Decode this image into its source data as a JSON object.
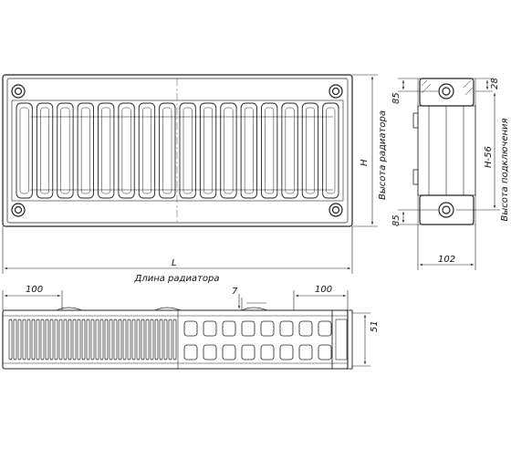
{
  "front_view": {
    "height_symbol": "H",
    "height_caption": "Высота радиатора",
    "length_symbol": "L",
    "length_caption": "Длина радиатора"
  },
  "side_view": {
    "top_offset": "28",
    "upper_gap": "85",
    "lower_gap": "85",
    "connection_height": "H-56",
    "connection_caption": "Высота подключения",
    "depth": "102"
  },
  "top_view": {
    "left_margin": "100",
    "right_margin": "100",
    "pin_offset": "7",
    "width": "51"
  },
  "colors": {
    "line": "#222222",
    "background": "#ffffff"
  }
}
